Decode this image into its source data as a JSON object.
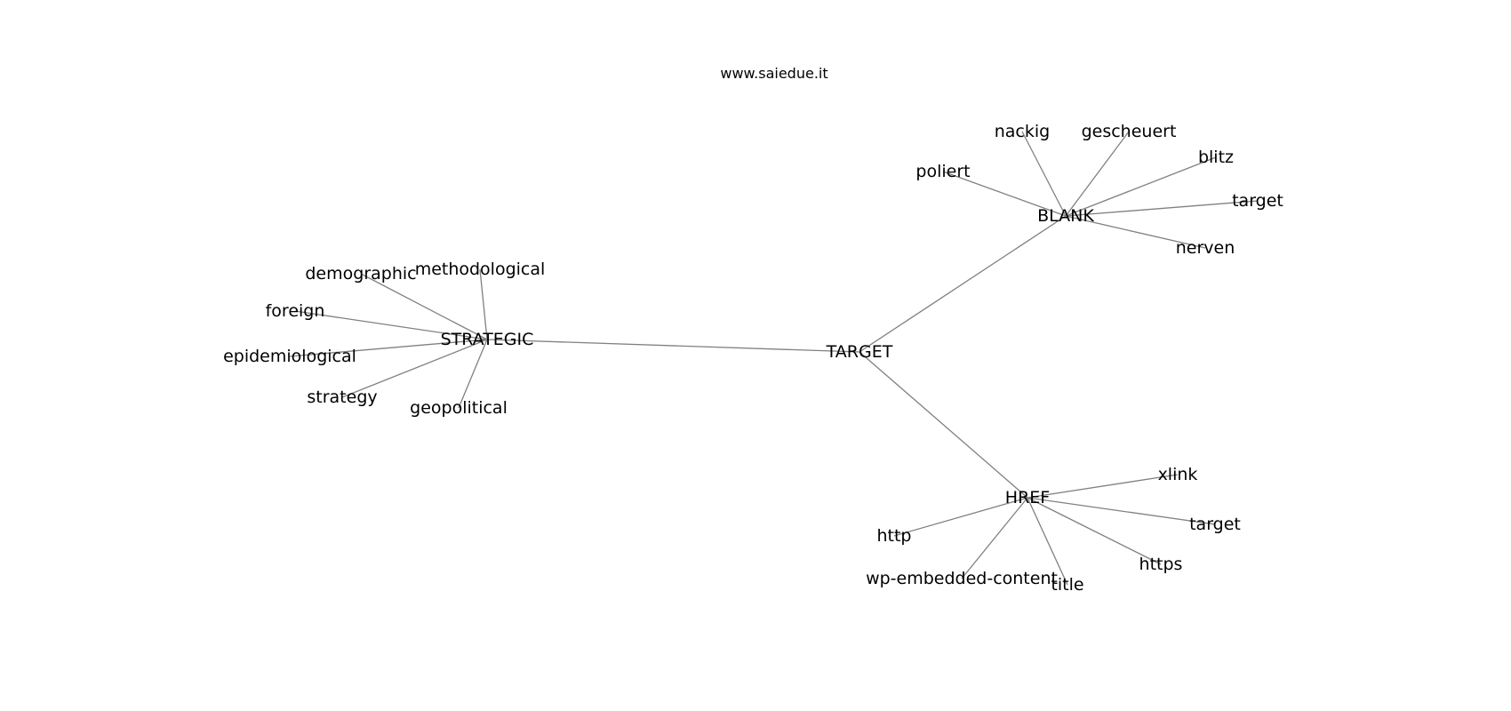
{
  "title": "www.saiedue.it",
  "graph": {
    "nodes": [
      {
        "id": "TARGET",
        "label": "TARGET"
      },
      {
        "id": "STRATEGIC",
        "label": "STRATEGIC"
      },
      {
        "id": "BLANK",
        "label": "BLANK"
      },
      {
        "id": "HREF",
        "label": "HREF"
      },
      {
        "id": "demographic",
        "label": "demographic"
      },
      {
        "id": "methodological",
        "label": "methodological"
      },
      {
        "id": "foreign",
        "label": "foreign"
      },
      {
        "id": "epidemiological",
        "label": "epidemiological"
      },
      {
        "id": "strategy",
        "label": "strategy"
      },
      {
        "id": "geopolitical",
        "label": "geopolitical"
      },
      {
        "id": "nackig",
        "label": "nackig"
      },
      {
        "id": "gescheuert",
        "label": "gescheuert"
      },
      {
        "id": "poliert",
        "label": "poliert"
      },
      {
        "id": "blitz",
        "label": "blitz"
      },
      {
        "id": "target_b",
        "label": "target"
      },
      {
        "id": "nerven",
        "label": "nerven"
      },
      {
        "id": "xlink",
        "label": "xlink"
      },
      {
        "id": "target_h",
        "label": "target"
      },
      {
        "id": "http",
        "label": "http"
      },
      {
        "id": "https",
        "label": "https"
      },
      {
        "id": "wp-embedded-content",
        "label": "wp-embedded-content"
      },
      {
        "id": "title",
        "label": "title"
      }
    ],
    "edges": [
      [
        "TARGET",
        "STRATEGIC"
      ],
      [
        "TARGET",
        "BLANK"
      ],
      [
        "TARGET",
        "HREF"
      ],
      [
        "STRATEGIC",
        "demographic"
      ],
      [
        "STRATEGIC",
        "methodological"
      ],
      [
        "STRATEGIC",
        "foreign"
      ],
      [
        "STRATEGIC",
        "epidemiological"
      ],
      [
        "STRATEGIC",
        "strategy"
      ],
      [
        "STRATEGIC",
        "geopolitical"
      ],
      [
        "BLANK",
        "nackig"
      ],
      [
        "BLANK",
        "gescheuert"
      ],
      [
        "BLANK",
        "poliert"
      ],
      [
        "BLANK",
        "blitz"
      ],
      [
        "BLANK",
        "target_b"
      ],
      [
        "BLANK",
        "nerven"
      ],
      [
        "HREF",
        "xlink"
      ],
      [
        "HREF",
        "target_h"
      ],
      [
        "HREF",
        "http"
      ],
      [
        "HREF",
        "https"
      ],
      [
        "HREF",
        "wp-embedded-content"
      ],
      [
        "HREF",
        "title"
      ]
    ]
  }
}
